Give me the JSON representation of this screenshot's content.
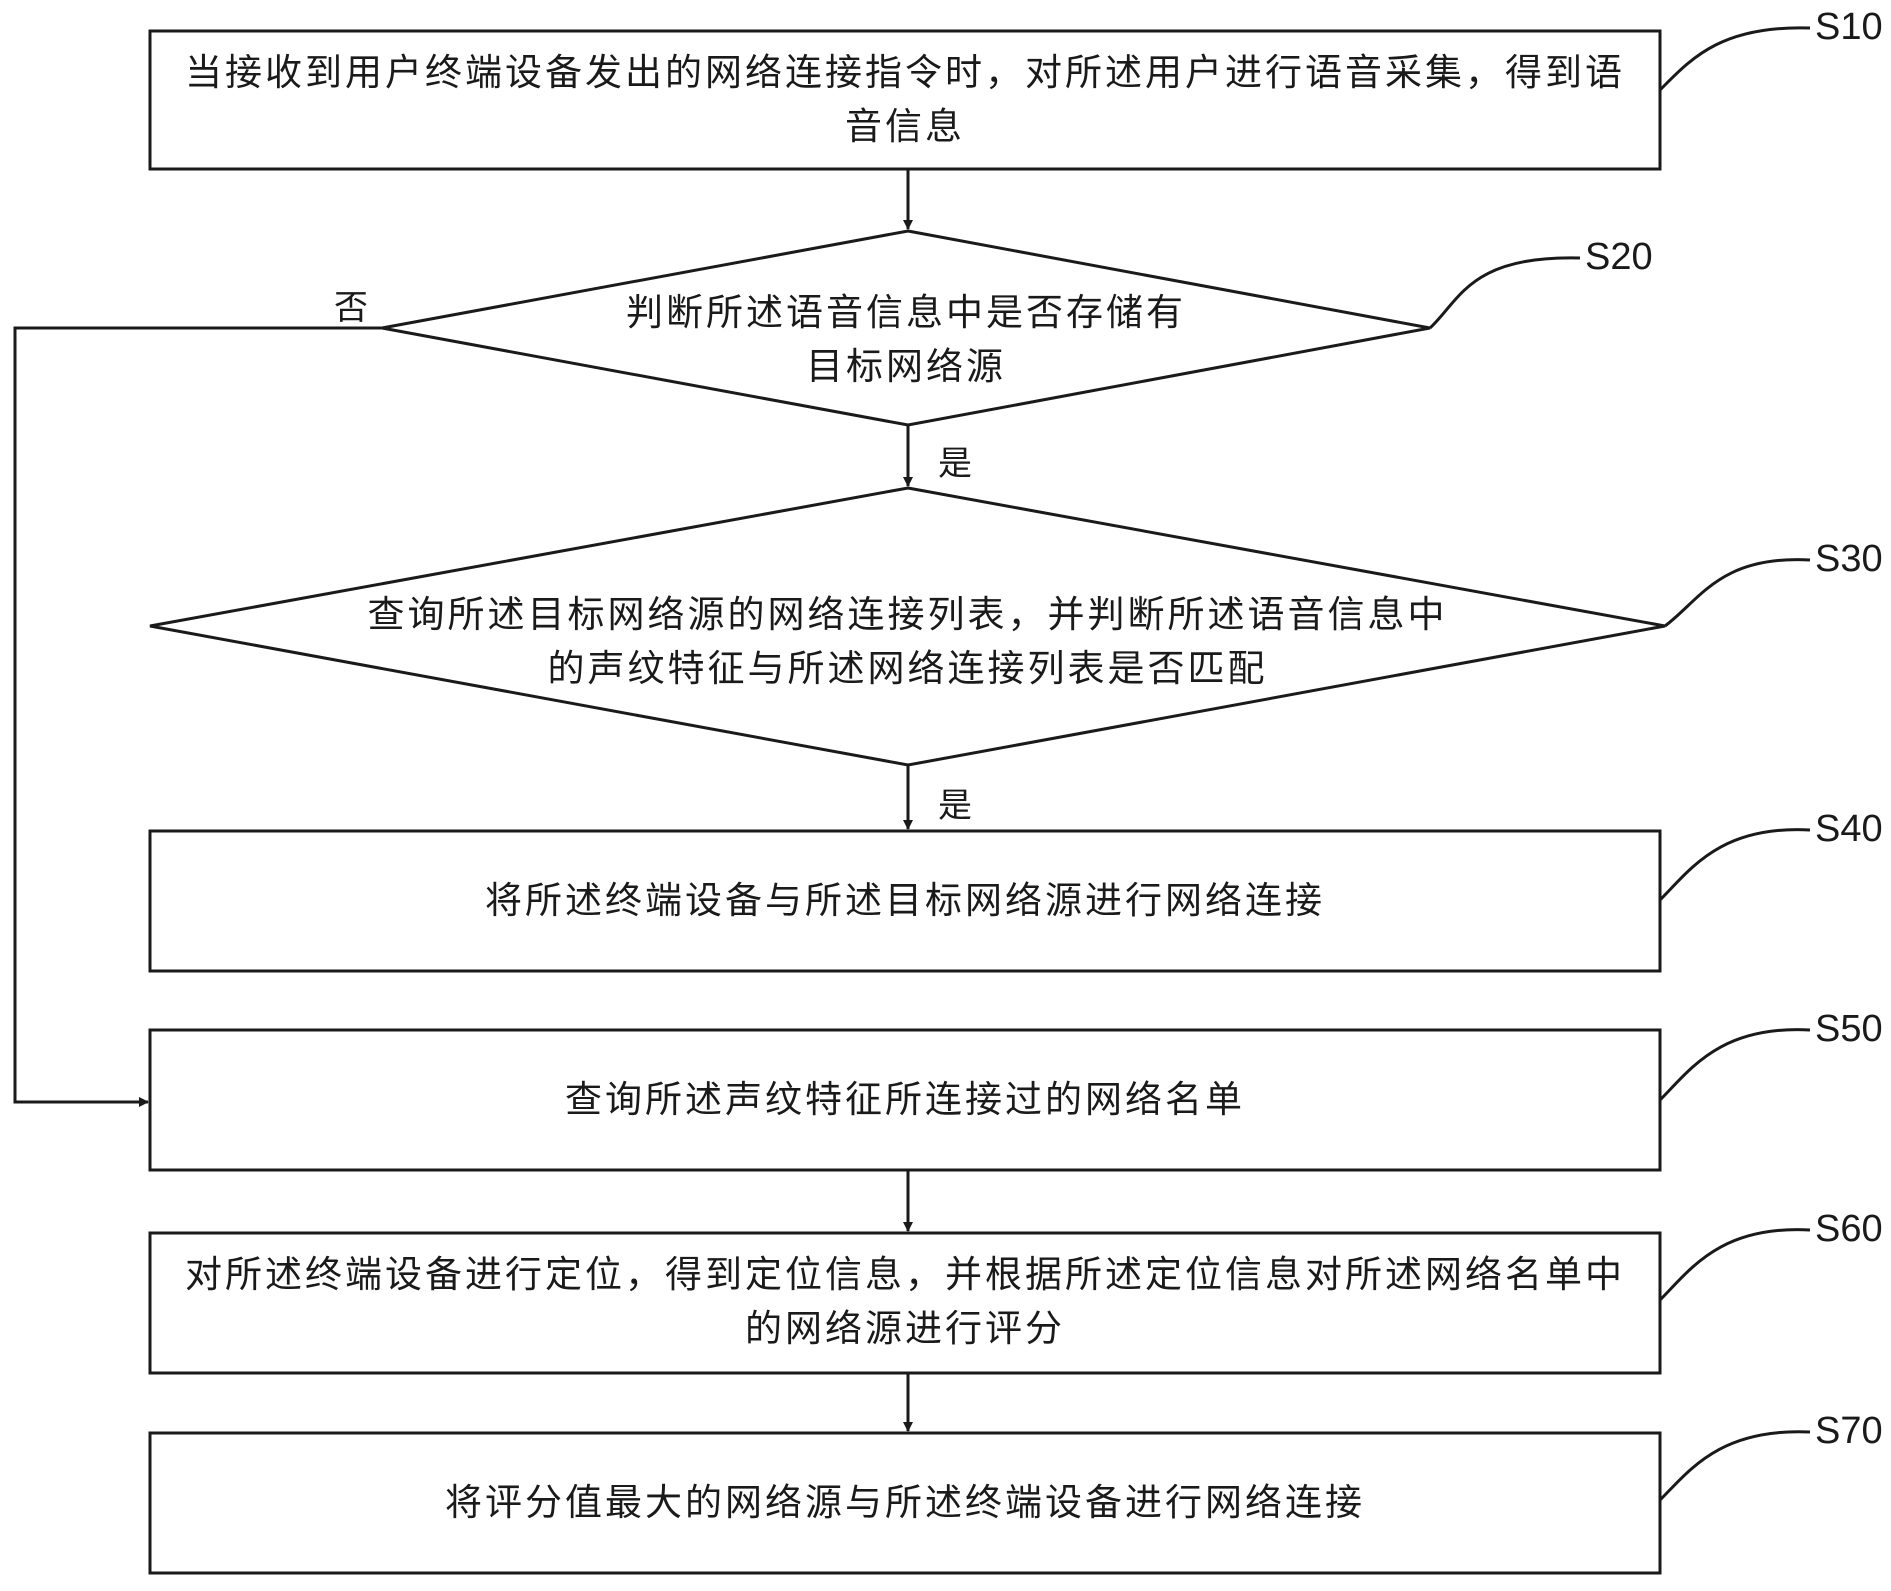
{
  "steps": {
    "s10": {
      "label": "S10",
      "text": "当接收到用户终端设备发出的网络连接指令时，对所述用户进行语音采集，得到语\n音信息"
    },
    "s20": {
      "label": "S20",
      "text": "判断所述语音信息中是否存储有\n目标网络源"
    },
    "s30": {
      "label": "S30",
      "text": "查询所述目标网络源的网络连接列表，并判断所述语音信息中\n的声纹特征与所述网络连接列表是否匹配"
    },
    "s40": {
      "label": "S40",
      "text": "将所述终端设备与所述目标网络源进行网络连接"
    },
    "s50": {
      "label": "S50",
      "text": "查询所述声纹特征所连接过的网络名单"
    },
    "s60": {
      "label": "S60",
      "text": "对所述终端设备进行定位，得到定位信息，并根据所述定位信息对所述网络名单中\n的网络源进行评分"
    },
    "s70": {
      "label": "S70",
      "text": "将评分值最大的网络源与所述终端设备进行网络连接"
    }
  },
  "edges": {
    "s20_no": "否",
    "s20_yes": "是",
    "s30_yes": "是"
  }
}
